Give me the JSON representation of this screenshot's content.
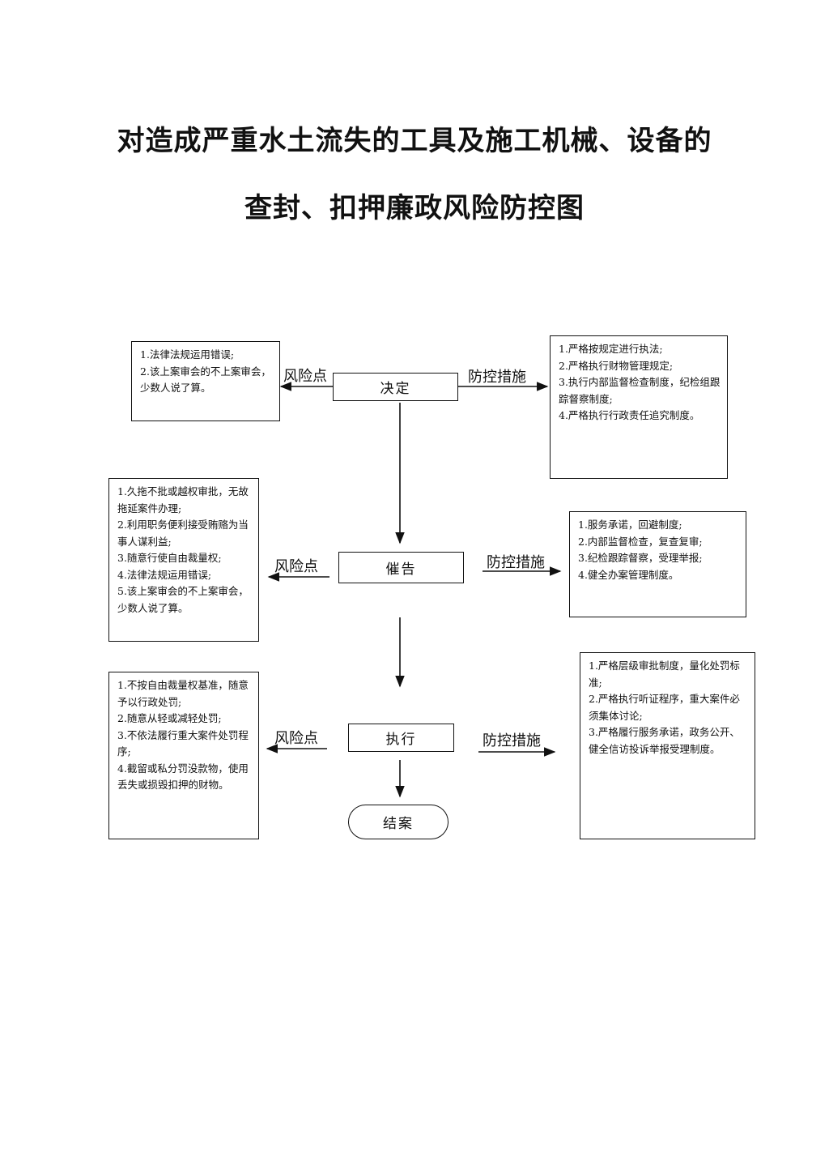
{
  "title": {
    "line1": "对造成严重水土流失的工具及施工机械、设备的",
    "line2": "查封、扣押廉政风险防控图"
  },
  "nodes": {
    "decide": "决定",
    "urge": "催告",
    "execute": "执行",
    "close": "结案"
  },
  "edge_labels": {
    "risk": "风险点",
    "control": "防控措施"
  },
  "risks": {
    "decide": [
      "1.法律法规运用错误;",
      "2.该上案审会的不上案审会，少数人说了算。"
    ],
    "urge": [
      "1.久拖不批或越权审批，无故拖延案件办理;",
      "2.利用职务便利接受贿赂为当事人谋利益;",
      "3.随意行使自由裁量权;",
      "4.法律法规运用错误;",
      "5.该上案审会的不上案审会，少数人说了算。"
    ],
    "execute": [
      "1.不按自由裁量权基准，随意予以行政处罚;",
      "2.随意从轻或减轻处罚;",
      "3.不依法履行重大案件处罚程序;",
      "4.截留或私分罚没款物，使用丢失或损毁扣押的财物。"
    ]
  },
  "controls": {
    "decide": [
      "1.严格按规定进行执法;",
      "2.严格执行财物管理规定;",
      "3.执行内部监督检查制度，纪检组跟踪督察制度;",
      "4.严格执行行政责任追究制度。"
    ],
    "urge": [
      "1.服务承诺，回避制度;",
      "2.内部监督检查，复查复审;",
      "3.纪检跟踪督察，受理举报;",
      "4.健全办案管理制度。"
    ],
    "execute": [
      "1.严格层级审批制度，量化处罚标准;",
      "2.严格执行听证程序，重大案件必须集体讨论;",
      "3.严格履行服务承诺，政务公开、健全信访投诉举报受理制度。"
    ]
  }
}
